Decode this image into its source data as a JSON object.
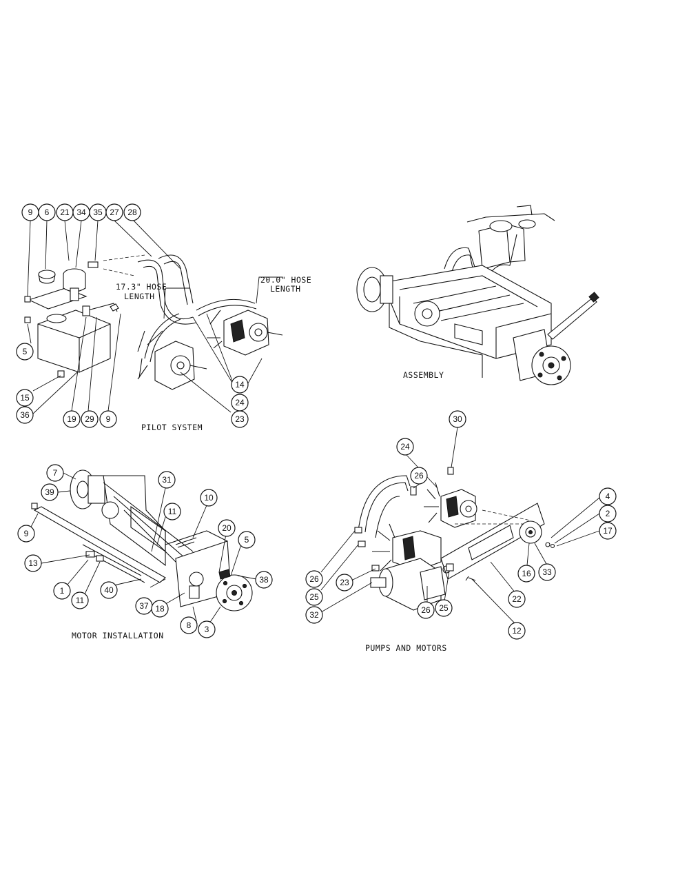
{
  "views": {
    "pilot_system": {
      "caption": "PILOT SYSTEM",
      "hose_note_1": "17.3\" HOSE",
      "hose_note_1b": "LENGTH",
      "hose_note_2": "20.0\" HOSE",
      "hose_note_2b": "LENGTH",
      "callouts": [
        "9",
        "6",
        "21",
        "34",
        "35",
        "27",
        "28",
        "5",
        "15",
        "36",
        "19",
        "29",
        "9",
        "23",
        "14",
        "24"
      ]
    },
    "assembly": {
      "caption": "ASSEMBLY"
    },
    "motor_installation": {
      "caption": "MOTOR INSTALLATION",
      "callouts": [
        "7",
        "39",
        "31",
        "11",
        "10",
        "9",
        "13",
        "1",
        "11",
        "40",
        "37",
        "18",
        "20",
        "5",
        "38",
        "8",
        "3"
      ]
    },
    "pumps_and_motors": {
      "caption": "PUMPS AND MOTORS",
      "callouts": [
        "30",
        "24",
        "26",
        "4",
        "2",
        "17",
        "26",
        "25",
        "23",
        "32",
        "26",
        "25",
        "16",
        "33",
        "22",
        "12"
      ]
    }
  }
}
